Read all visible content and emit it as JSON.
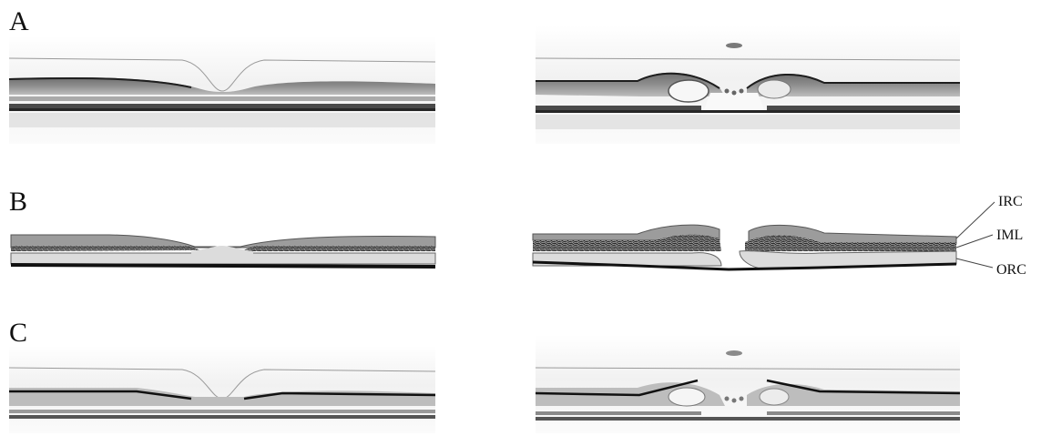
{
  "figure": {
    "panels": [
      {
        "id": "A",
        "letter": "A"
      },
      {
        "id": "B",
        "letter": "B"
      },
      {
        "id": "C",
        "letter": "C"
      }
    ],
    "layer_labels": [
      "IRC",
      "IML",
      "ORC"
    ]
  }
}
